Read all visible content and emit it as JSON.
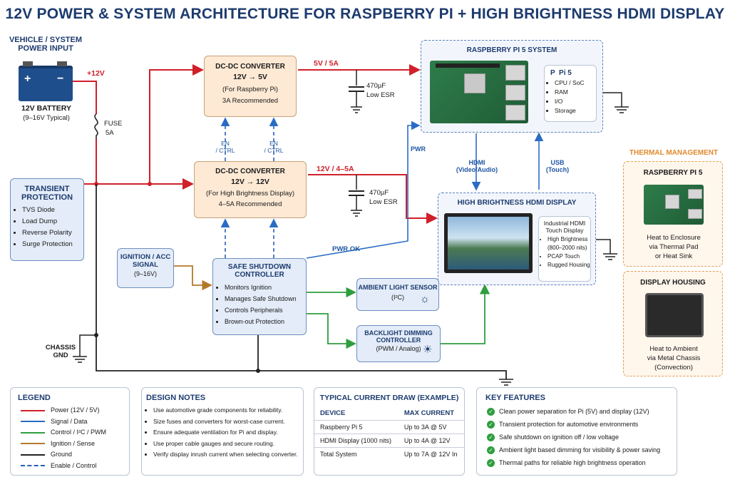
{
  "title": "12V POWER & SYSTEM ARCHITECTURE FOR RASPBERRY PI + HIGH BRIGHTNESS HDMI DISPLAY",
  "vehicle": {
    "heading": "VEHICLE / SYSTEM\nPOWER INPUT",
    "battery_title": "12V BATTERY",
    "battery_sub": "(9–16V Typical)",
    "plus": "+",
    "minus": "−",
    "v12": "+12V",
    "fuse": "FUSE",
    "fuse_val": "5A"
  },
  "transient": {
    "title": "TRANSIENT\nPROTECTION",
    "items": [
      "TVS Diode",
      "Load Dump",
      "Reverse Polarity",
      "Surge Protection"
    ]
  },
  "conv1": {
    "title": "DC-DC CONVERTER",
    "ratio": "12V → 5V",
    "sub": "(For Raspberry Pi)",
    "rec": "3A Recommended"
  },
  "conv2": {
    "title": "DC-DC CONVERTER",
    "ratio": "12V → 12V",
    "sub": "(For High Brightness Display)",
    "rec": "4–5A Recommended"
  },
  "en1": "EN\n/ CTRL",
  "en2": "EN\n/ CTRL",
  "out1": "5V / 5A",
  "out2": "12V / 4–5A",
  "cap1": {
    "val": "470µF",
    "sub": "Low ESR"
  },
  "cap2": {
    "val": "470µF",
    "sub": "Low ESR"
  },
  "pi": {
    "title": "RASPBERRY PI 5 SYSTEM",
    "badge": "P  Pi 5",
    "items": [
      "CPU / SoC",
      "RAM",
      "I/O",
      "Storage"
    ]
  },
  "hdmi_label": "HDMI\n(Video/Audio)",
  "usb_label": "USB\n(Touch)",
  "pwr": "PWR",
  "pwr_ok": "PWR OK",
  "display": {
    "title": "HIGH BRIGHTNESS HDMI DISPLAY",
    "info_title": "Industrial HDMI\nTouch Display",
    "items": [
      "High Brightness (800–2000 nits)",
      "PCAP Touch",
      "Rugged Housing"
    ]
  },
  "ignition": {
    "title": "IGNITION / ACC\nSIGNAL",
    "sub": "(9–16V)"
  },
  "shutdown": {
    "title": "SAFE SHUTDOWN\nCONTROLLER",
    "items": [
      "Monitors Ignition",
      "Manages Safe Shutdown",
      "Controls Peripherals",
      "Brown-out Protection"
    ]
  },
  "als": {
    "title": "AMBIENT LIGHT SENSOR",
    "sub": "(I²C)"
  },
  "backlight": {
    "title": "BACKLIGHT DIMMING\nCONTROLLER",
    "sub": "(PWM / Analog)"
  },
  "chassis": "CHASSIS\nGND",
  "thermal": {
    "heading": "THERMAL MANAGEMENT",
    "pi_title": "RASPBERRY PI 5",
    "pi_text": "Heat to Enclosure\nvia Thermal Pad\nor Heat Sink",
    "housing_title": "DISPLAY HOUSING",
    "housing_text": "Heat to Ambient\nvia Metal Chassis\n(Convection)"
  },
  "legend": {
    "title": "LEGEND",
    "items": [
      {
        "label": "Power (12V / 5V)",
        "color": "#d0202a",
        "style": "solid"
      },
      {
        "label": "Signal / Data",
        "color": "#2a6cc4",
        "style": "solid"
      },
      {
        "label": "Control / I²C / PWM",
        "color": "#2e9e3e",
        "style": "solid"
      },
      {
        "label": "Ignition / Sense",
        "color": "#b5782a",
        "style": "solid"
      },
      {
        "label": "Ground",
        "color": "#222222",
        "style": "solid"
      },
      {
        "label": "Enable / Control",
        "color": "#2a5fb0",
        "style": "dashed"
      }
    ]
  },
  "notes": {
    "title": "DESIGN NOTES",
    "items": [
      "Use automotive grade components for reliability.",
      "Size fuses and converters for worst-case current.",
      "Ensure adequate ventilation for Pi and display.",
      "Use proper cable gauges and secure routing.",
      "Verify display inrush current when selecting converter."
    ]
  },
  "current": {
    "title": "TYPICAL CURRENT DRAW (EXAMPLE)",
    "headers": [
      "DEVICE",
      "MAX CURRENT"
    ],
    "rows": [
      [
        "Raspberry Pi 5",
        "Up to 3A @ 5V"
      ],
      [
        "HDMI Display (1000 nits)",
        "Up to 4A @ 12V"
      ],
      [
        "Total System",
        "Up to 7A @ 12V In"
      ]
    ]
  },
  "features": {
    "title": "KEY FEATURES",
    "items": [
      "Clean power separation for Pi (5V) and display (12V)",
      "Transient protection for automotive environments",
      "Safe shutdown on ignition off / low voltage",
      "Ambient light based dimming for visibility & power saving",
      "Thermal paths for reliable high brightness operation"
    ]
  }
}
